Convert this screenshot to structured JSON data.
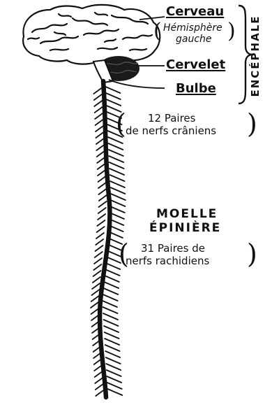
{
  "labels": {
    "cerveau": "Cerveau",
    "hemisphere_line1": "Hémisphère",
    "hemisphere_line2": "gauche",
    "cervelet": "Cervelet",
    "bulbe": "Bulbe",
    "encephale": "ENCÉPHALE",
    "cranial_line1": "12 Paires",
    "cranial_line2": "de nerfs crâniens",
    "moelle_line1": "MOELLE",
    "moelle_line2": "ÉPINIÈRE",
    "spinal_line1": "31 Paires de",
    "spinal_line2": "nerfs rachidiens"
  },
  "icons": {
    "brain": "brain-illustration",
    "cerebellum": "cerebellum-illustration",
    "spinal_cord": "spinal-cord-illustration",
    "bracket": "curly-bracket"
  },
  "colors": {
    "ink": "#111111",
    "cerebellum_fill": "#1a1a1a",
    "paper": "#ffffff"
  }
}
